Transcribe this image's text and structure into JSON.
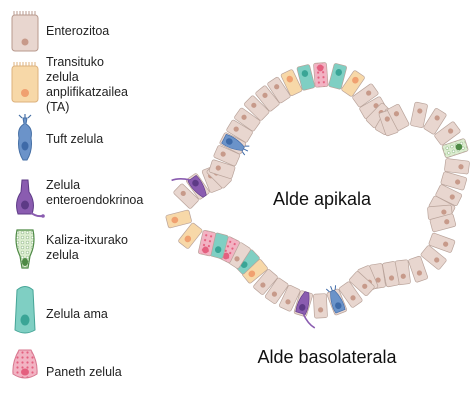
{
  "legend": {
    "items": [
      {
        "key": "enterocyte",
        "lines": [
          "Enterozitoa"
        ],
        "color": "#e8d6cf",
        "nucleus": "#c79a8a"
      },
      {
        "key": "ta",
        "lines": [
          "Transituko",
          "zelula",
          "anplifikatzailea",
          "(TA)"
        ],
        "color": "#f7d8a8",
        "nucleus": "#f0a070"
      },
      {
        "key": "tuft",
        "lines": [
          "Tuft zelula"
        ],
        "color": "#6b93c9",
        "nucleus": "#3e6aa8"
      },
      {
        "key": "enteroendocrine",
        "lines": [
          "Zelula",
          "enteroendokrinoa"
        ],
        "color": "#8a5cb0",
        "nucleus": "#5d3a86"
      },
      {
        "key": "goblet",
        "lines": [
          "Kaliza-itxurako",
          "zelula"
        ],
        "color": "#dbeccf",
        "nucleus": "#4e8a45"
      },
      {
        "key": "stem",
        "lines": [
          "Zelula ama"
        ],
        "color": "#7fcfc3",
        "nucleus": "#3aa596"
      },
      {
        "key": "paneth",
        "lines": [
          "Paneth zelula"
        ],
        "color": "#f2b3c3",
        "nucleus": "#e4607f"
      }
    ]
  },
  "labels": {
    "apical": "Alde apikala",
    "basolateral": "Alde basolaterala"
  }
}
